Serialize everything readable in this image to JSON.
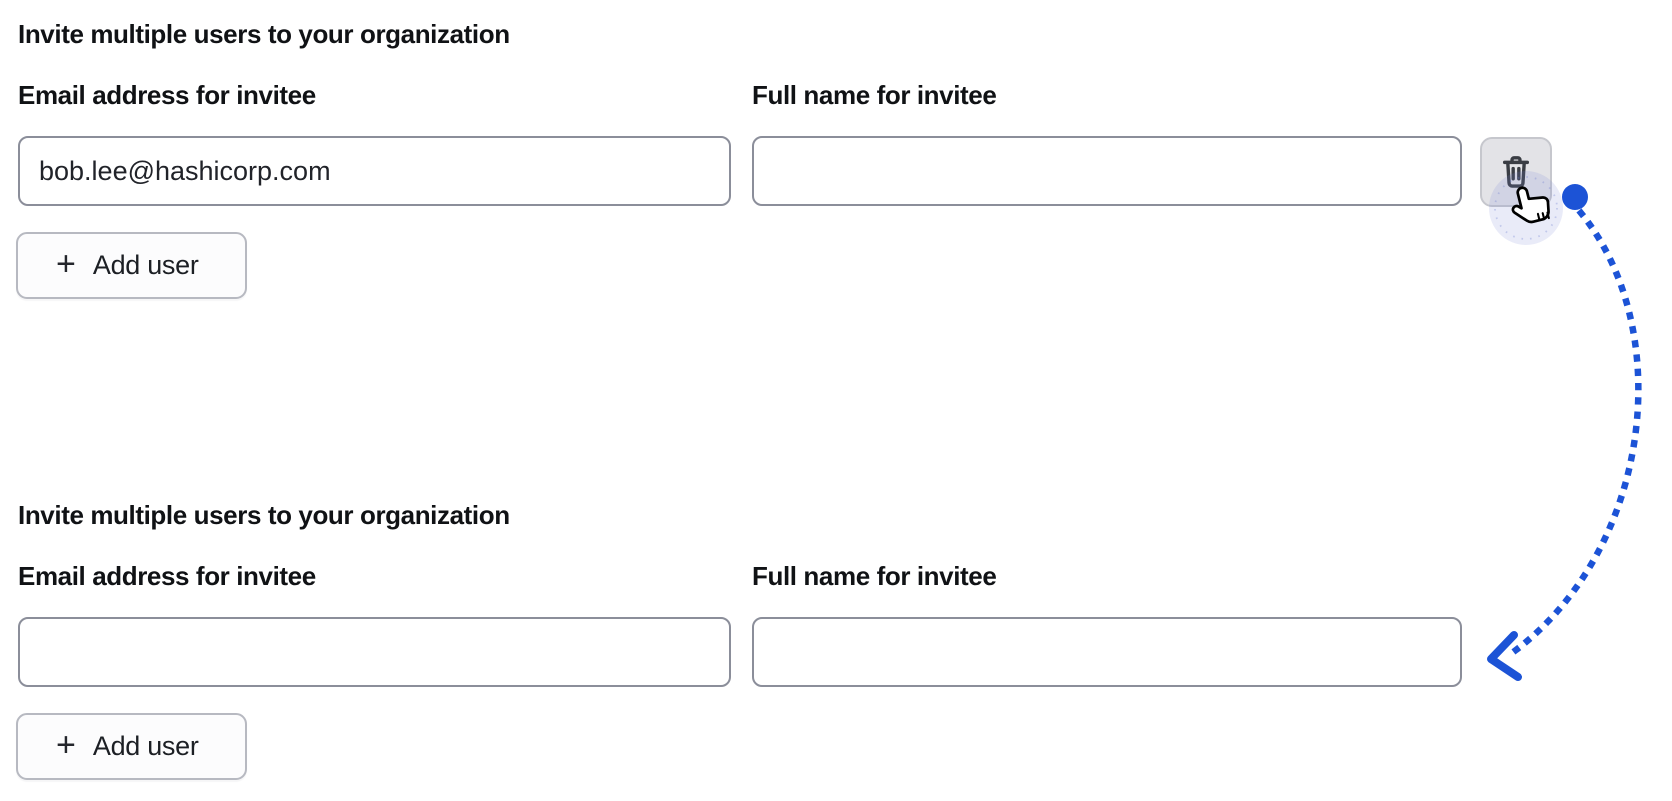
{
  "annotation": {
    "arrow_color": "#1c53d6",
    "halo_color": "rgba(116,128,212,0.16)"
  },
  "icons": {
    "plus_glyph": "+",
    "add_user": "plus-icon",
    "delete_row": "trash-icon",
    "cursor": "pointing-hand-cursor"
  },
  "sections": [
    {
      "heading": "Invite multiple users to your organization",
      "email": {
        "label": "Email address for invitee",
        "value": "bob.lee@hashicorp.com"
      },
      "full_name": {
        "label": "Full name for invitee",
        "value": ""
      },
      "add_user_label": "Add user",
      "has_delete_button": true
    },
    {
      "heading": "Invite multiple users to your organization",
      "email": {
        "label": "Email address for invitee",
        "value": ""
      },
      "full_name": {
        "label": "Full name for invitee",
        "value": ""
      },
      "add_user_label": "Add user",
      "has_delete_button": false
    }
  ]
}
